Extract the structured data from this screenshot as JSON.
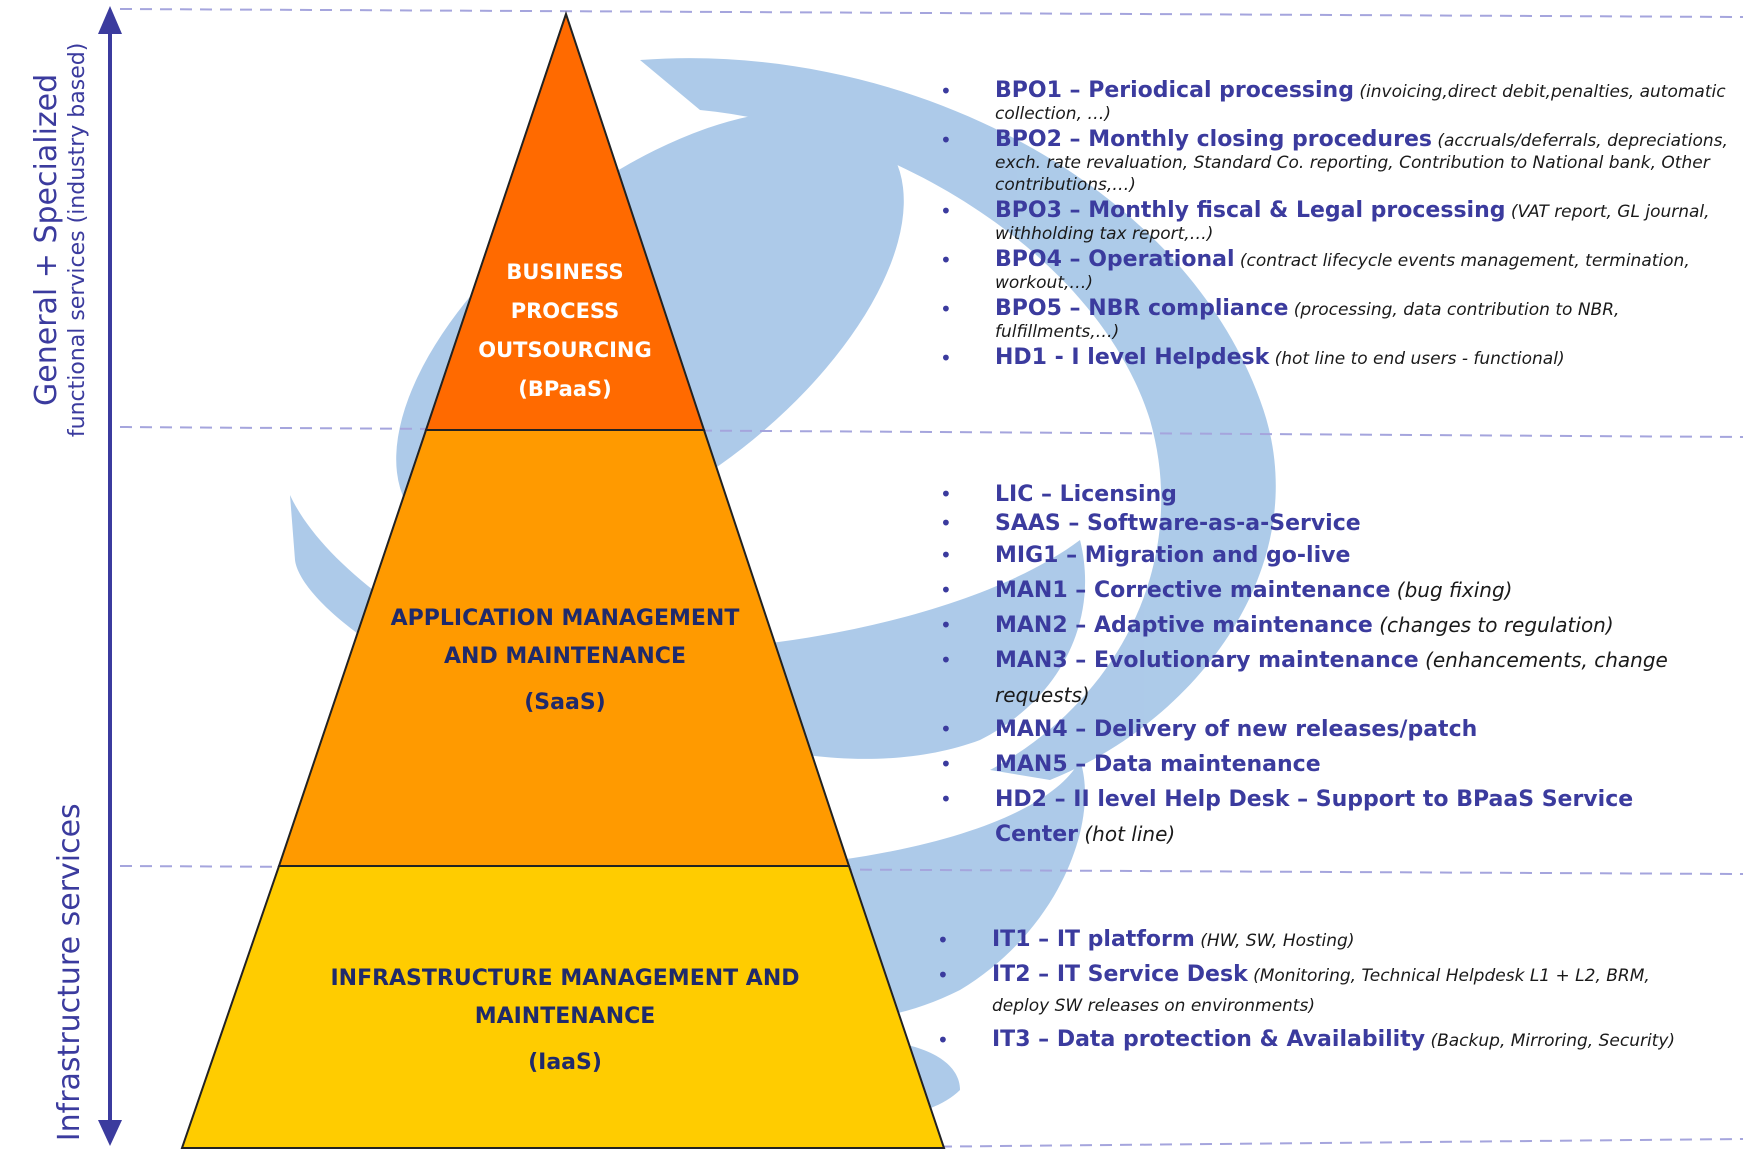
{
  "side_labels": {
    "top_main": "General + Specialized",
    "top_sub": "functional services",
    "top_paren": "(industry based)",
    "bottom": "Infrastructure services"
  },
  "tiers": {
    "top": {
      "line1": "BUSINESS",
      "line2": "PROCESS",
      "line3": "OUTSOURCING",
      "code": "(BPaaS)",
      "color": "#ff6a00"
    },
    "mid": {
      "line1": "APPLICATION MANAGEMENT",
      "line2": "AND MAINTENANCE",
      "code": "(SaaS)",
      "color": "#ff9a00"
    },
    "bottom": {
      "line1": "INFRASTRUCTURE MANAGEMENT AND",
      "line2": "MAINTENANCE",
      "code": "(IaaS)",
      "color": "#ffcc00"
    }
  },
  "colors": {
    "arrow": "#3b3b9e",
    "dashed": "#a5a5dd",
    "globe": "#a9c8e8",
    "list_code": "#3b3b9e",
    "tier_text_dark": "#1f2a6b"
  },
  "lists": {
    "bpo": [
      {
        "code": "BPO1 – Periodical processing",
        "desc": "(invoicing,direct debit,penalties, automatic collection, …)"
      },
      {
        "code": "BPO2 – Monthly closing procedures",
        "desc": "(accruals/deferrals, depreciations, exch. rate revaluation, Standard Co. reporting, Contribution to National bank, Other contributions,…)"
      },
      {
        "code": "BPO3 – Monthly fiscal & Legal processing",
        "desc": "(VAT report, GL journal, withholding tax report,…)"
      },
      {
        "code": "BPO4 – Operational",
        "desc": "(contract lifecycle events management, termination, workout,…)"
      },
      {
        "code": "BPO5 –  NBR compliance",
        "desc": "(processing, data contribution to NBR, fulfillments,…)"
      },
      {
        "code": "HD1 - I level Helpdesk",
        "desc": "(hot line to end users - functional)"
      }
    ],
    "saas": [
      {
        "code": "LIC  –  Licensing",
        "desc": ""
      },
      {
        "code": "SAAS  – Software-as-a-Service",
        "desc": ""
      },
      {
        "code": "MIG1 – Migration and go-live",
        "desc": ""
      },
      {
        "code": "MAN1 – Corrective maintenance",
        "desc": "(bug fixing)"
      },
      {
        "code": "MAN2 – Adaptive maintenance",
        "desc": "(changes to regulation)"
      },
      {
        "code": "MAN3 – Evolutionary maintenance",
        "desc": "(enhancements, change requests)"
      },
      {
        "code": "MAN4 – Delivery of new releases/patch",
        "desc": ""
      },
      {
        "code": "MAN5 – Data maintenance",
        "desc": ""
      },
      {
        "code": "HD2 – II level Help Desk – Support to BPaaS Service Center",
        "desc": "(hot line)"
      }
    ],
    "iaas": [
      {
        "code": "IT1 – IT platform",
        "desc": "(HW, SW, Hosting)"
      },
      {
        "code": "IT2 – IT Service Desk",
        "desc": "(Monitoring, Technical Helpdesk L1 + L2, BRM, deploy SW releases on environments)"
      },
      {
        "code": "IT3 – Data protection & Availability",
        "desc": "(Backup, Mirroring, Security)"
      }
    ]
  }
}
